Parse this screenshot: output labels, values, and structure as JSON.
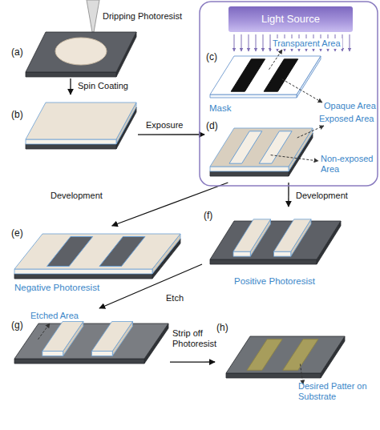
{
  "diagram": {
    "nodes": [
      {
        "text": [
          "(a)"
        ]
      },
      {
        "text": [
          "(b)"
        ]
      },
      {
        "text": [
          "Light Source"
        ]
      },
      {
        "text": [
          "(c)",
          "Mask"
        ]
      },
      {
        "text": [
          "(d)"
        ]
      },
      {
        "text": [
          "(e)",
          "Negative Photoresist"
        ]
      },
      {
        "text": [
          "(f)",
          "Positive Photoresist"
        ]
      },
      {
        "text": [
          "(g)"
        ]
      },
      {
        "text": [
          "(h)"
        ]
      }
    ],
    "edges": [
      {
        "from": 0,
        "to": 1,
        "label": "Spin Coating",
        "arrow": "to"
      },
      {
        "from": 1,
        "to": 4,
        "label": "Exposure",
        "arrow": "to"
      },
      {
        "from": 4,
        "to": 5,
        "label": "Development",
        "arrow": "to"
      },
      {
        "from": 4,
        "to": 6,
        "label": "Development",
        "arrow": "to"
      },
      {
        "from": 6,
        "to": 7,
        "label": "Etch",
        "arrow": "to"
      },
      {
        "from": 7,
        "to": 8,
        "label": "Strip off Photoresist",
        "arrow": "to"
      }
    ],
    "labels": [
      "Dripping Photoresist",
      "Transparent Area",
      "Opaque Area",
      "Exposed Area",
      "Non-exposed Area",
      "Etched Area",
      "Desired Patter on Substrate"
    ]
  }
}
